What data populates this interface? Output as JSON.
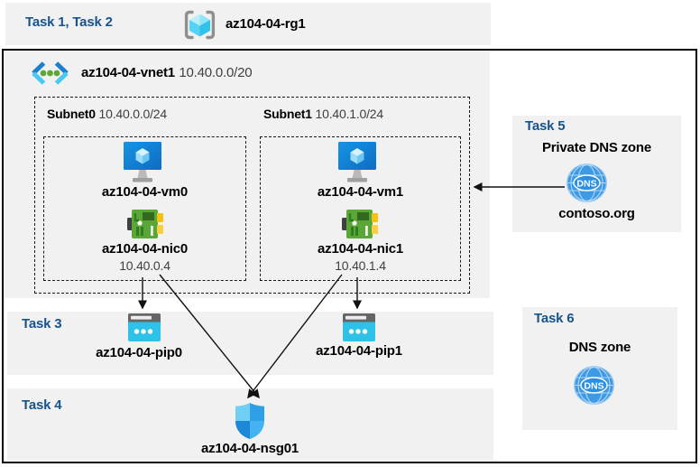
{
  "header": {
    "task_label": "Task 1, Task 2",
    "resource_group": "az104-04-rg1"
  },
  "vnet": {
    "name": "az104-04-vnet1",
    "cidr": "10.40.0.0/20"
  },
  "subnets": [
    {
      "name": "Subnet0",
      "cidr": "10.40.0.0/24",
      "vm": "az104-04-vm0",
      "nic": "az104-04-nic0",
      "ip": "10.40.0.4"
    },
    {
      "name": "Subnet1",
      "cidr": "10.40.1.0/24",
      "vm": "az104-04-vm1",
      "nic": "az104-04-nic1",
      "ip": "10.40.1.4"
    }
  ],
  "task3": {
    "label": "Task 3",
    "pip0": "az104-04-pip0",
    "pip1": "az104-04-pip1"
  },
  "task4": {
    "label": "Task 4",
    "nsg": "az104-04-nsg01"
  },
  "task5": {
    "label": "Task 5",
    "title": "Private DNS zone",
    "zone": "contoso.org",
    "dns_icon_text": "DNS"
  },
  "task6": {
    "label": "Task 6",
    "title": "DNS zone",
    "dns_icon_text": "DNS"
  },
  "icons": {
    "resource-group-icon": "cube in brackets",
    "vnet-icon": "angle brackets with dots",
    "vm-icon": "monitor with cube",
    "nic-icon": "network card",
    "public-ip-icon": "browser window with dots",
    "nsg-icon": "shield",
    "dns-icon": "globe circle"
  },
  "colors": {
    "accent_navy": "#17538d",
    "panel_gray": "#f1f1f1",
    "vm_blue": "#1488d8",
    "pip_cyan": "#2fc2e8",
    "nic_green": "#5aa636",
    "dns_blue": "#3e9ae5",
    "nsg_blue": "#2da0e8",
    "arrow_black": "#111111"
  }
}
